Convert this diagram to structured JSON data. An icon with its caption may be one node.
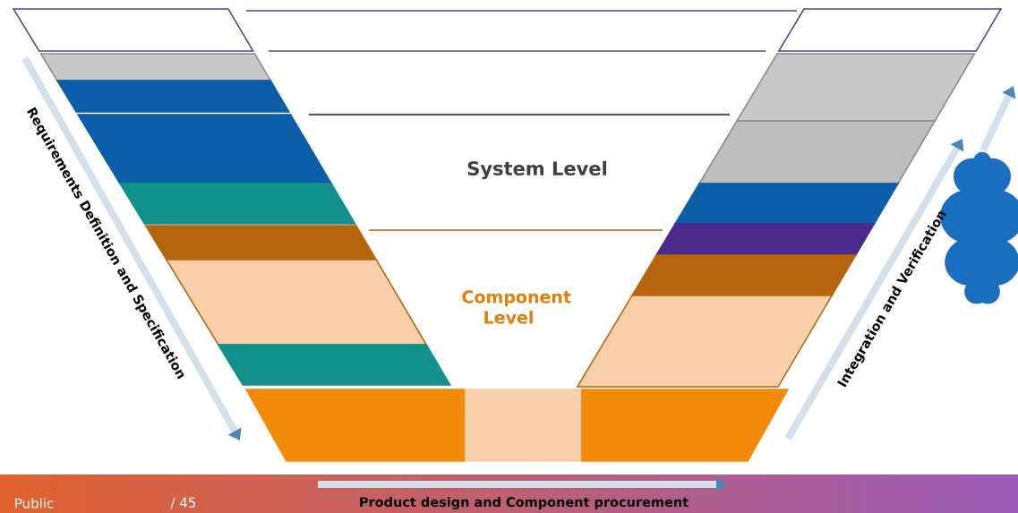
{
  "diagram": {
    "nodes": [
      {
        "text": [],
        "shape": "box"
      },
      {
        "text": [],
        "shape": "box"
      },
      {
        "text": [],
        "shape": "box"
      },
      {
        "text": [],
        "shape": "box"
      },
      {
        "text": [],
        "shape": "box"
      },
      {
        "text": [],
        "shape": "box"
      },
      {
        "text": [],
        "shape": "box"
      },
      {
        "text": [],
        "shape": "box"
      },
      {
        "text": [],
        "shape": "box"
      },
      {
        "text": [],
        "shape": "box"
      },
      {
        "text": [],
        "shape": "box"
      },
      {
        "text": [],
        "shape": "box"
      },
      {
        "text": [],
        "shape": "box"
      },
      {
        "text": [],
        "shape": "box"
      },
      {
        "text": [],
        "shape": "box"
      },
      {
        "text": [],
        "shape": "box"
      },
      {
        "text": [],
        "shape": "box"
      },
      {
        "text": [],
        "shape": "box"
      },
      {
        "text": [],
        "shape": "cloud"
      }
    ],
    "labels": [
      "System Level",
      "Component Level",
      "Requirements Definition and Specification",
      "Integration and Verification",
      "Product design and Component procurement",
      "Public",
      "/ 45"
    ]
  }
}
